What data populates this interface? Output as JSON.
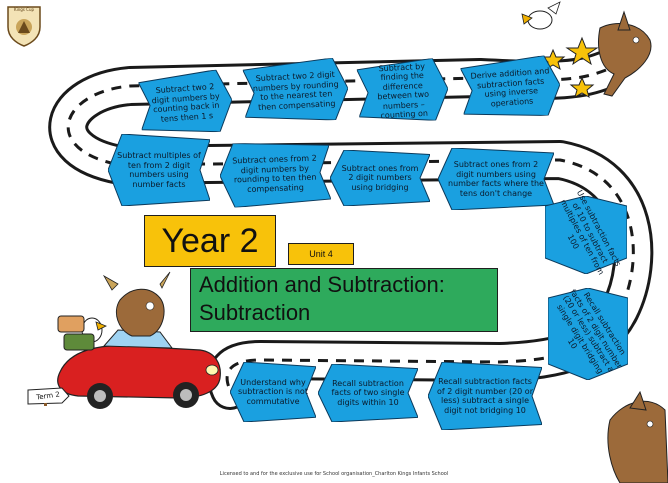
{
  "school_badge": {
    "text": "Kings Cup"
  },
  "year_label": "Year 2",
  "unit_label": "Unit 4",
  "title": {
    "line1": "Addition and Subtraction:",
    "line2": "Subtraction"
  },
  "term_sign": "Term 2",
  "colors": {
    "step_fill": "#1aa0e0",
    "road": "#1a1a1a",
    "year_box": "#f8c20a",
    "title_box": "#2eaa5c",
    "car": "#d92020",
    "star": "#f8c20a"
  },
  "steps": [
    {
      "text": "Subtract two 2 digit numbers by counting back in tens then 1 s"
    },
    {
      "text": "Subtract two 2 digit numbers by rounding to the nearest ten then compensating"
    },
    {
      "text": "Subtract by finding the difference between two numbers – counting on"
    },
    {
      "text": "Derive addition and subtraction facts using inverse operations"
    },
    {
      "text": "Subtract multiples of ten from 2 digit numbers using number facts"
    },
    {
      "text": "Subtract ones from 2 digit numbers by rounding to ten then compensating"
    },
    {
      "text": "Subtract ones from 2 digit numbers using bridging"
    },
    {
      "text": "Subtract ones from 2 digit numbers using number facts where the tens don't change"
    },
    {
      "text": "Use subtraction facts of 10 to subtract multiples of ten from 100"
    },
    {
      "text": "Recall subtraction facts of 2 digit number (20 or less) subtract a single digit bridging 10"
    },
    {
      "text": "Understand why subtraction is not commutative"
    },
    {
      "text": "Recall subtraction facts of two single digits within 10"
    },
    {
      "text": "Recall subtraction facts of 2 digit number (20 or less) subtract a single digit not bridging 10"
    }
  ],
  "footer": "Licensed to and for the exclusive use for School organisation_Charlton Kings Infants School"
}
